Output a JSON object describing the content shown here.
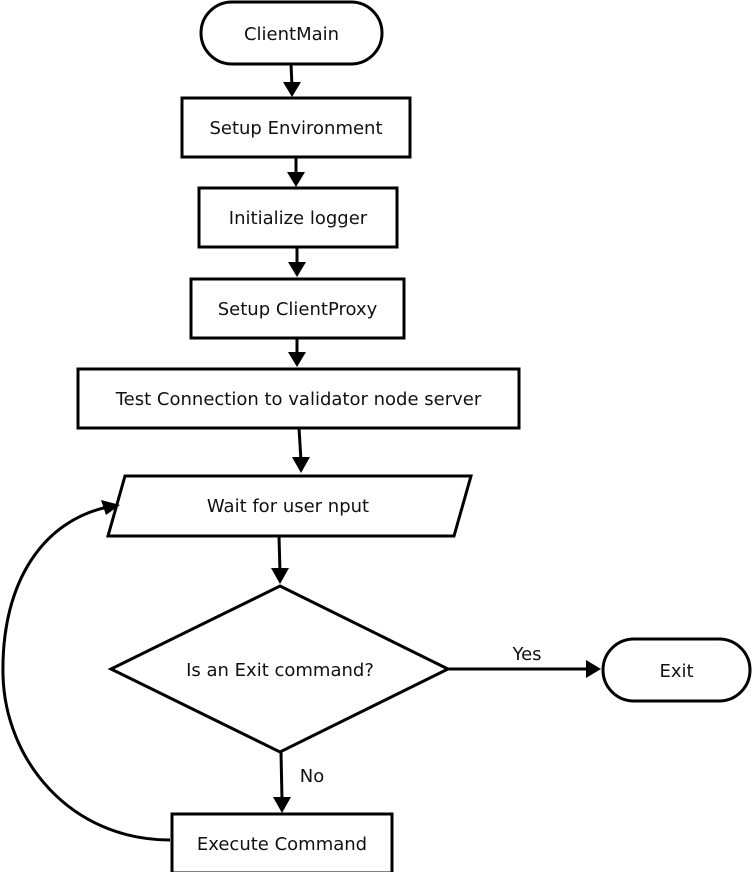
{
  "diagram": {
    "nodes": {
      "start": "ClientMain",
      "setup_env": "Setup Environment",
      "init_logger": "Initialize logger",
      "setup_proxy": "Setup ClientProxy",
      "test_conn": "Test Connection to validator node server",
      "wait_input": "Wait for user nput",
      "decision": "Is an Exit command?",
      "exit": "Exit",
      "execute": "Execute Command"
    },
    "edges": {
      "yes_label": "Yes",
      "no_label": "No"
    }
  }
}
